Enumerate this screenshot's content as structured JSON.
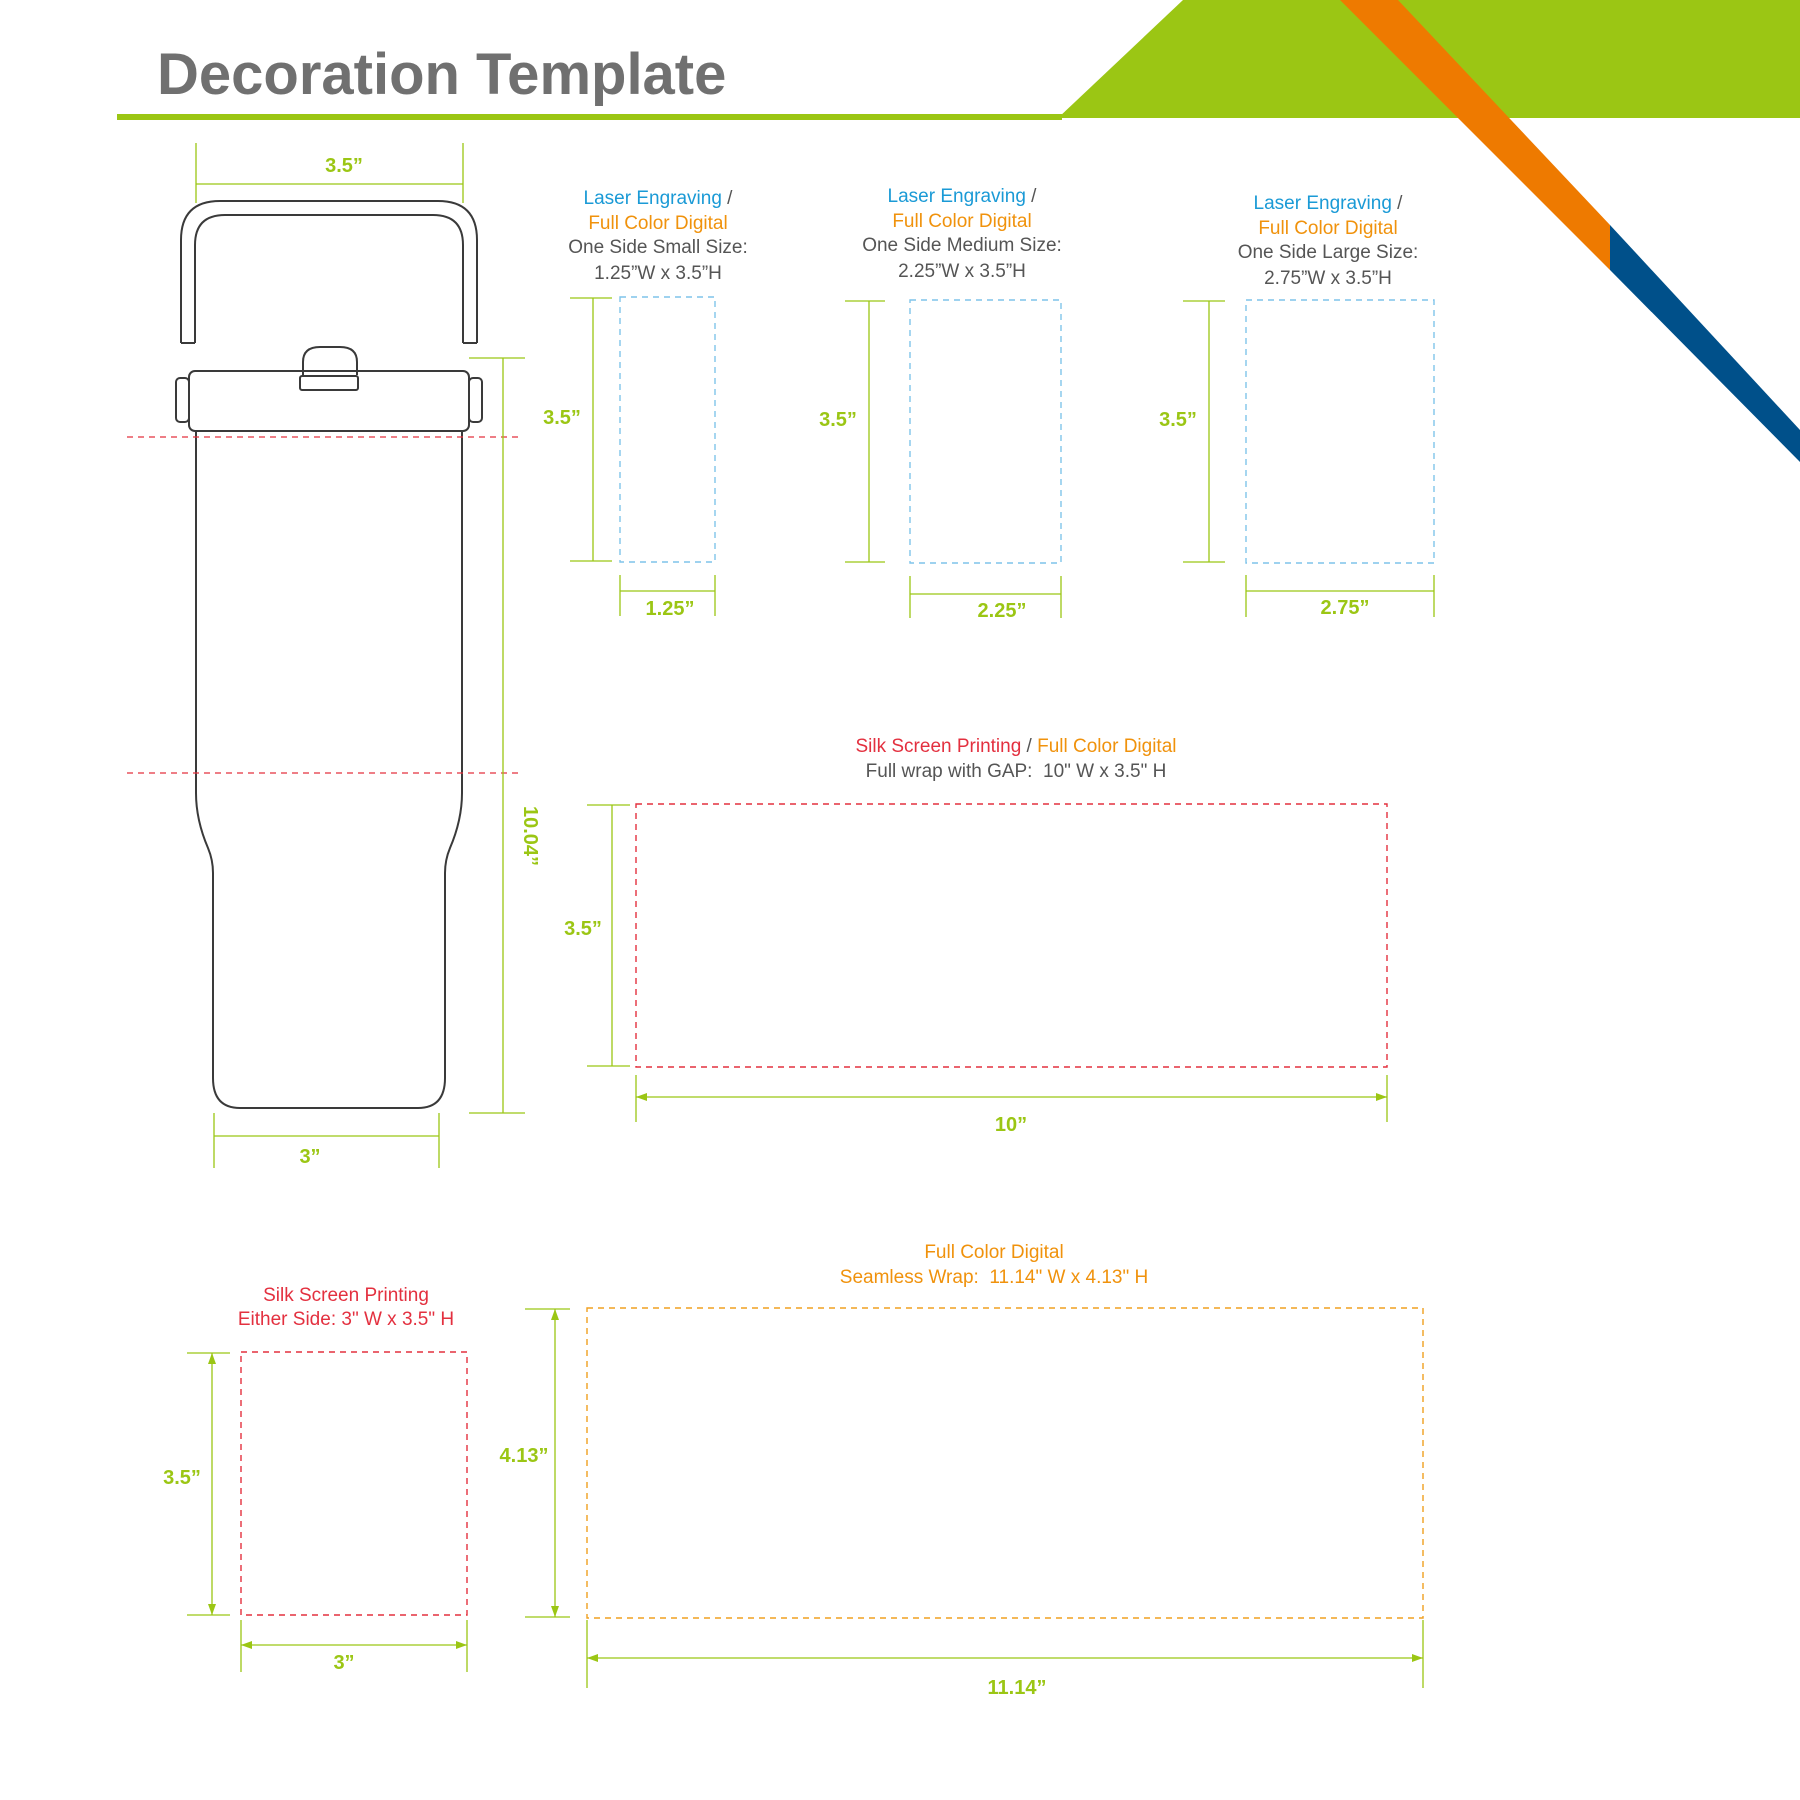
{
  "page": {
    "title": "Decoration Template",
    "colors": {
      "green": "#9bc614",
      "orange": "#ee7a00",
      "blue": "#00508a",
      "gray_title": "#707070"
    }
  },
  "tumbler": {
    "width_top": "3.5”",
    "height": "10.04”",
    "width_bottom": "3”"
  },
  "small": {
    "method_a": "Laser Engraving",
    "sep": " /",
    "method_b": "Full Color Digital",
    "desc": "One Side Small Size:",
    "size": "1.25”W x 3.5”H",
    "height": "3.5”",
    "width": "1.25”"
  },
  "medium": {
    "method_a": "Laser Engraving",
    "sep": " /",
    "method_b": "Full Color Digital",
    "desc": "One Side Medium Size:",
    "size": "2.25”W x 3.5”H",
    "height": "3.5”",
    "width": "2.25”"
  },
  "large": {
    "method_a": "Laser Engraving",
    "sep": " /",
    "method_b": "Full Color Digital",
    "desc": "One Side Large Size:",
    "size": "2.75”W x 3.5”H",
    "height": "3.5”",
    "width": "2.75”"
  },
  "wrap_gap": {
    "method_a": "Silk Screen Printing",
    "sep": " / ",
    "method_b": "Full Color Digital",
    "desc": "Full wrap with GAP:  10\" W x 3.5\" H",
    "height": "3.5”",
    "width": "10”"
  },
  "either_side": {
    "method": "Silk Screen Printing",
    "desc": "Either Side: 3\" W x 3.5\" H",
    "height": "3.5”",
    "width": "3”"
  },
  "seamless": {
    "method": "Full Color Digital",
    "desc": "Seamless Wrap:  11.14\" W x 4.13\" H",
    "height": "4.13”",
    "width": "11.14”"
  }
}
